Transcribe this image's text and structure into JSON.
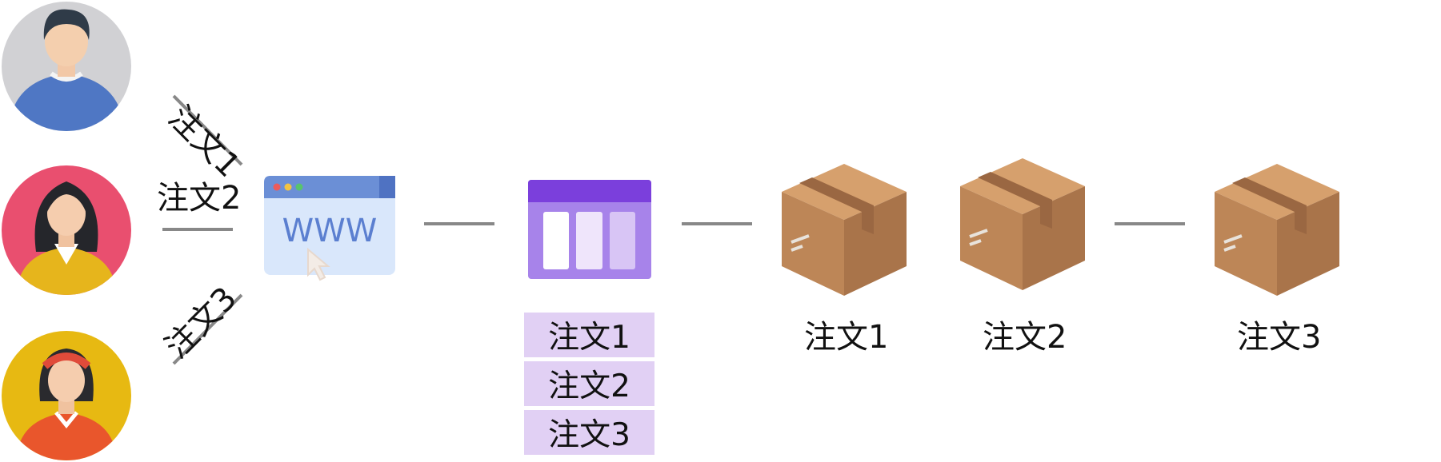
{
  "customers": [
    {
      "name": "customer-man"
    },
    {
      "name": "customer-woman"
    },
    {
      "name": "customer-girl"
    }
  ],
  "order_labels": {
    "o1": "注文1",
    "o2": "注文2",
    "o3": "注文3"
  },
  "website": {
    "icon": "browser-window-icon",
    "text": "WWW"
  },
  "queue": {
    "icon": "queue-table-icon",
    "items": [
      "注文1",
      "注文2",
      "注文3"
    ]
  },
  "packages": [
    {
      "label": "注文1"
    },
    {
      "label": "注文2"
    },
    {
      "label": "注文3"
    }
  ],
  "colors": {
    "connector": "#888888",
    "queue_header": "#7b3fdc",
    "queue_body": "#a783ea",
    "queue_row_bg": "#e1d0f4",
    "browser_header": "#6b8fd6",
    "browser_body": "#d9e7fb",
    "box_side": "#c48d5a",
    "box_dark": "#a9744a"
  }
}
